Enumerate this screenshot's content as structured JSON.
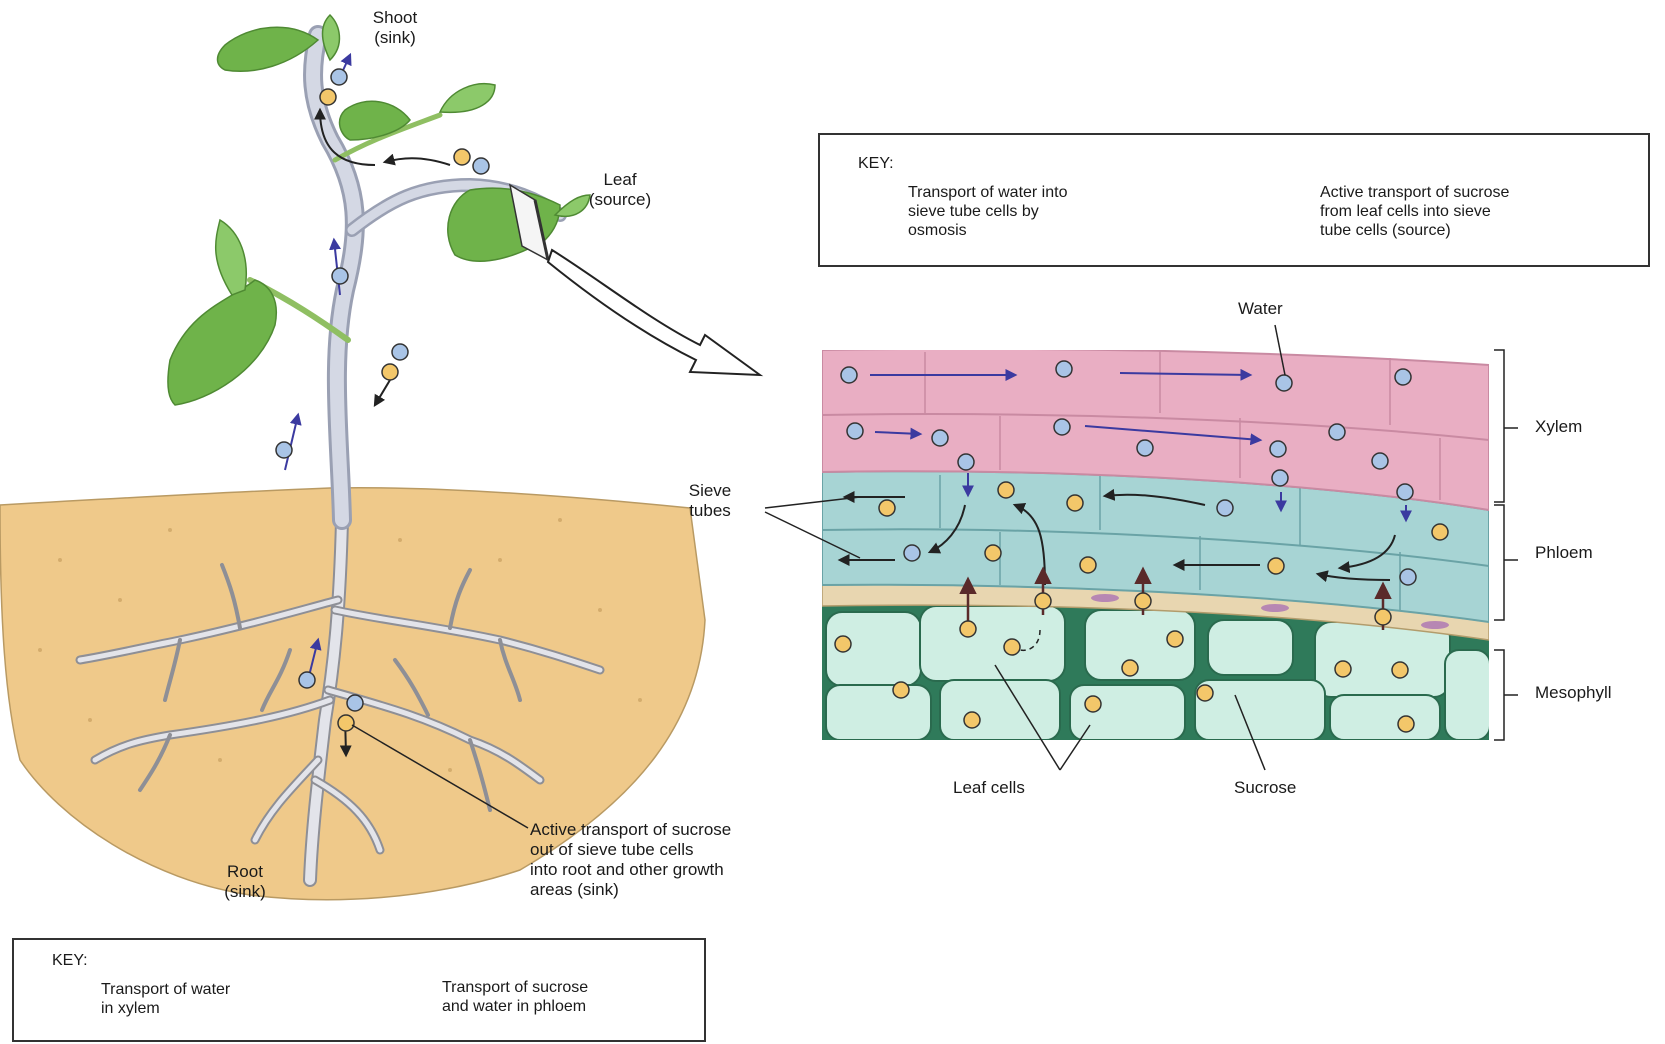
{
  "plant": {
    "shoot_label": "Shoot\n(sink)",
    "leaf_label": "Leaf\n(source)",
    "root_label": "Root\n(sink)",
    "root_annotation": "Active transport of sucrose\nout of sieve tube cells\ninto root and other growth\nareas (sink)"
  },
  "key_bottom": {
    "title": "KEY:",
    "item1": "Transport of water\nin xylem",
    "item2": "Transport of sucrose\nand water in phloem"
  },
  "key_top": {
    "title": "KEY:",
    "item1": "Transport of water into\nsieve tube cells by\nosmosis",
    "item2": "Active transport of sucrose\nfrom leaf cells into sieve\ntube cells (source)"
  },
  "section": {
    "water_label": "Water",
    "sieve_tubes_label": "Sieve\ntubes",
    "xylem_label": "Xylem",
    "phloem_label": "Phloem",
    "mesophyll_label": "Mesophyll",
    "leaf_cells_label": "Leaf cells",
    "sucrose_label": "Sucrose"
  },
  "colors": {
    "water_molecule": "#a9c4e6",
    "sucrose_molecule": "#f3c76a",
    "xylem": "#e9aec3",
    "phloem": "#a7d4d4",
    "mesophyll_cell": "#cfeee3",
    "mesophyll_bg": "#2f7a5a",
    "soil": "#efc98a",
    "leaf": "#6fb34a",
    "stem": "#c8cddb",
    "arrow_blue": "#3b3aa0"
  }
}
